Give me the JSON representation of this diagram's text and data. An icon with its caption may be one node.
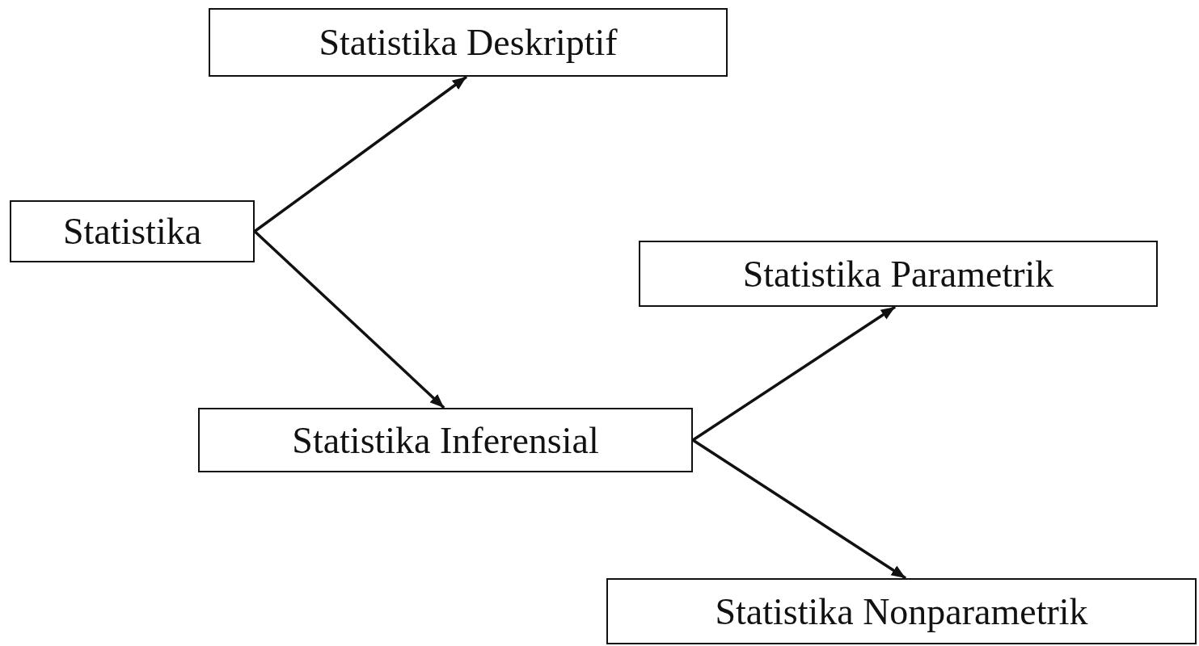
{
  "diagram": {
    "nodes": [
      {
        "text": [
          "Statistika"
        ]
      },
      {
        "text": [
          "Statistika Deskriptif"
        ]
      },
      {
        "text": [
          "Statistika Inferensial"
        ]
      },
      {
        "text": [
          "Statistika Parametrik"
        ]
      },
      {
        "text": [
          "Statistika Nonparametrik"
        ]
      }
    ],
    "edges": [
      {
        "from": 0,
        "to": 1,
        "arrow": "to"
      },
      {
        "from": 0,
        "to": 2,
        "arrow": "to"
      },
      {
        "from": 2,
        "to": 3,
        "arrow": "to"
      },
      {
        "from": 2,
        "to": 4,
        "arrow": "to"
      }
    ]
  }
}
